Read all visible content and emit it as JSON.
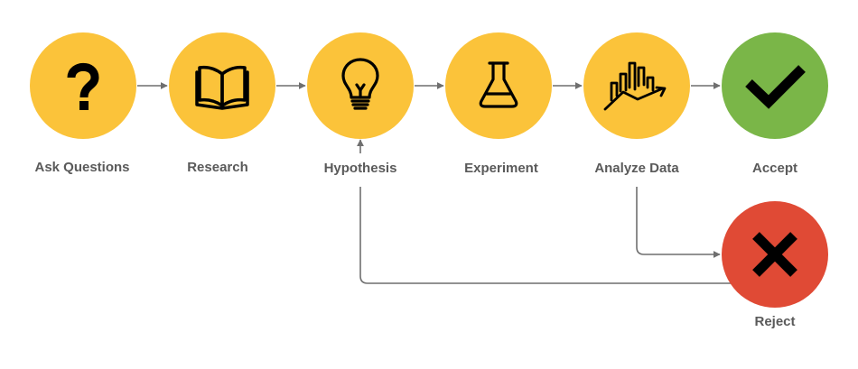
{
  "steps": [
    {
      "id": "ask",
      "label": "Ask Questions",
      "icon": "question-mark-icon",
      "color": "#FBC33A"
    },
    {
      "id": "research",
      "label": "Research",
      "icon": "open-book-icon",
      "color": "#FBC33A"
    },
    {
      "id": "hypothesis",
      "label": "Hypothesis",
      "icon": "lightbulb-icon",
      "color": "#FBC33A"
    },
    {
      "id": "experiment",
      "label": "Experiment",
      "icon": "flask-icon",
      "color": "#FBC33A"
    },
    {
      "id": "analyze",
      "label": "Analyze Data",
      "icon": "bar-chart-trend-icon",
      "color": "#FBC33A"
    },
    {
      "id": "accept",
      "label": "Accept",
      "icon": "checkmark-icon",
      "color": "#7AB648"
    },
    {
      "id": "reject",
      "label": "Reject",
      "icon": "x-mark-icon",
      "color": "#E04A35"
    }
  ],
  "colors": {
    "connector": "#6f6f6f",
    "icon_dark": "#000000",
    "label_text": "#5a5a5a"
  }
}
